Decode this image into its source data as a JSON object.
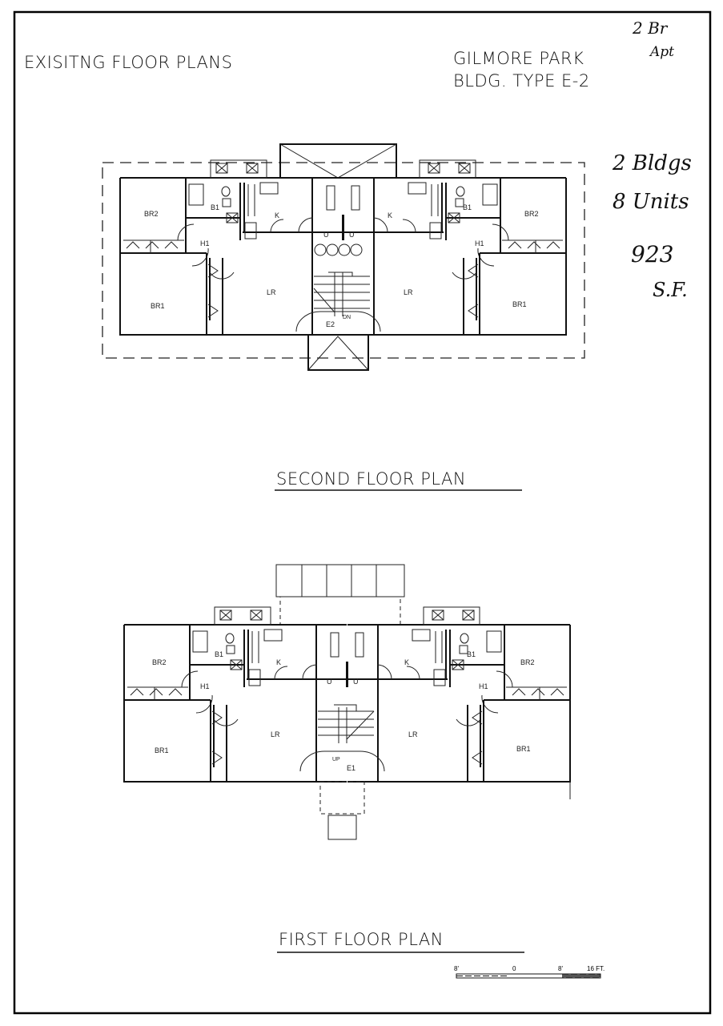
{
  "sheet": {
    "title": "EXISITNG FLOOR PLANS",
    "project": "GILMORE PARK",
    "building_type": "BLDG. TYPE E-2"
  },
  "handwritten_notes": {
    "unit_type": "2 Br",
    "apt": "Apt",
    "buildings": "2 Bldgs",
    "units": "8 Units",
    "area": "923",
    "area_unit": "S.F."
  },
  "second_floor": {
    "caption": "SECOND FLOOR PLAN",
    "rooms": {
      "br2": "BR2",
      "br1": "BR1",
      "bath": "B1",
      "hall": "H1",
      "kitchen": "K",
      "living": "LR",
      "utility": "U",
      "entry": "E2",
      "stair": "DN"
    }
  },
  "first_floor": {
    "caption": "FIRST FLOOR PLAN",
    "rooms": {
      "br2": "BR2",
      "br1": "BR1",
      "bath": "B1",
      "hall": "H1",
      "kitchen": "K",
      "living": "LR",
      "utility": "U",
      "entry": "E1",
      "stair": "UP"
    }
  },
  "scale_bar": {
    "labels": [
      "8'",
      "0",
      "8'",
      "16 FT."
    ]
  }
}
